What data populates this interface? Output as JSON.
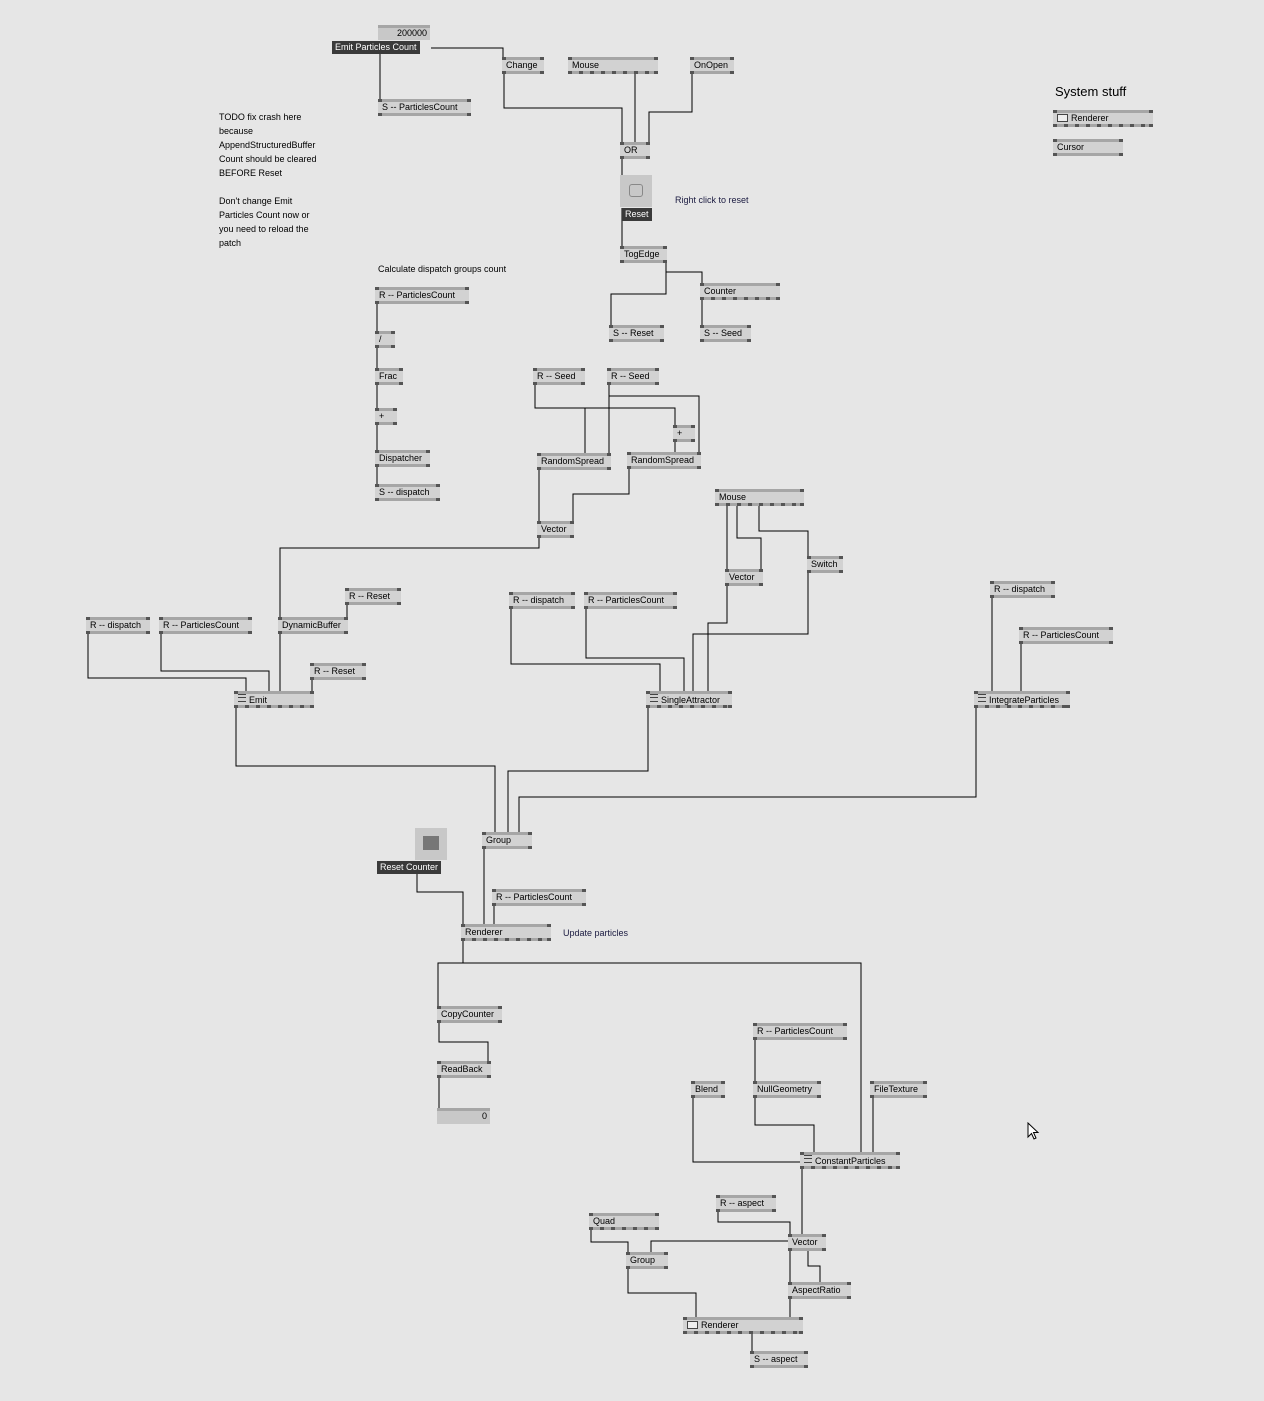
{
  "nodes": {
    "emit_count_value": "200000",
    "emit_count_label": "Emit Particles Count",
    "change": "Change",
    "mouse1": "Mouse",
    "onopen": "OnOpen",
    "s_particlescount": "S -- ParticlesCount",
    "or": "OR",
    "reset_label": "Reset",
    "togedge": "TogEdge",
    "counter": "Counter",
    "s_reset": "S -- Reset",
    "s_seed": "S -- Seed",
    "r_pc1": "R -- ParticlesCount",
    "divide": "/",
    "frac": "Frac",
    "plus1": "+",
    "dispatcher": "Dispatcher",
    "s_dispatch": "S -- dispatch",
    "r_seed1": "R -- Seed",
    "r_seed2": "R -- Seed",
    "plus2": "+",
    "randomspread1": "RandomSpread",
    "randomspread2": "RandomSpread",
    "vector1": "Vector",
    "mouse2": "Mouse",
    "vector2": "Vector",
    "switch": "Switch",
    "r_reset1": "R -- Reset",
    "r_dispatch1": "R -- dispatch",
    "r_pc2": "R -- ParticlesCount",
    "dynamicbuffer": "DynamicBuffer",
    "r_reset2": "R -- Reset",
    "emit": "Emit",
    "r_dispatch2": "R -- dispatch",
    "r_pc3": "R -- ParticlesCount",
    "singleattractor": "SingleAttractor",
    "r_dispatch3": "R -- dispatch",
    "r_pc4": "R -- ParticlesCount",
    "integrateparticles": "IntegrateParticles",
    "sys_renderer": "Renderer",
    "sys_cursor": "Cursor",
    "reset_counter_label": "Reset Counter",
    "group1": "Group",
    "r_pc5": "R -- ParticlesCount",
    "renderer1": "Renderer",
    "copycounter": "CopyCounter",
    "readback": "ReadBack",
    "readback_value": "0",
    "r_pc6": "R -- ParticlesCount",
    "blend": "Blend",
    "nullgeometry": "NullGeometry",
    "filetexture": "FileTexture",
    "constantparticles": "ConstantParticles",
    "r_aspect": "R -- aspect",
    "quad": "Quad",
    "vector3": "Vector",
    "group2": "Group",
    "aspectratio": "AspectRatio",
    "renderer2": "Renderer",
    "s_aspect": "S -- aspect"
  },
  "comments": {
    "todo": "TODO fix crash here\nbecause\nAppendStructuredBuffer\nCount should be cleared\nBEFORE Reset\n\nDon't change Emit\nParticles Count now or\nyou need to reload the\npatch",
    "right_click": "Right click to reset",
    "calc_dispatch": "Calculate dispatch groups count",
    "system_stuff": "System stuff",
    "update_particles": "Update particles"
  }
}
